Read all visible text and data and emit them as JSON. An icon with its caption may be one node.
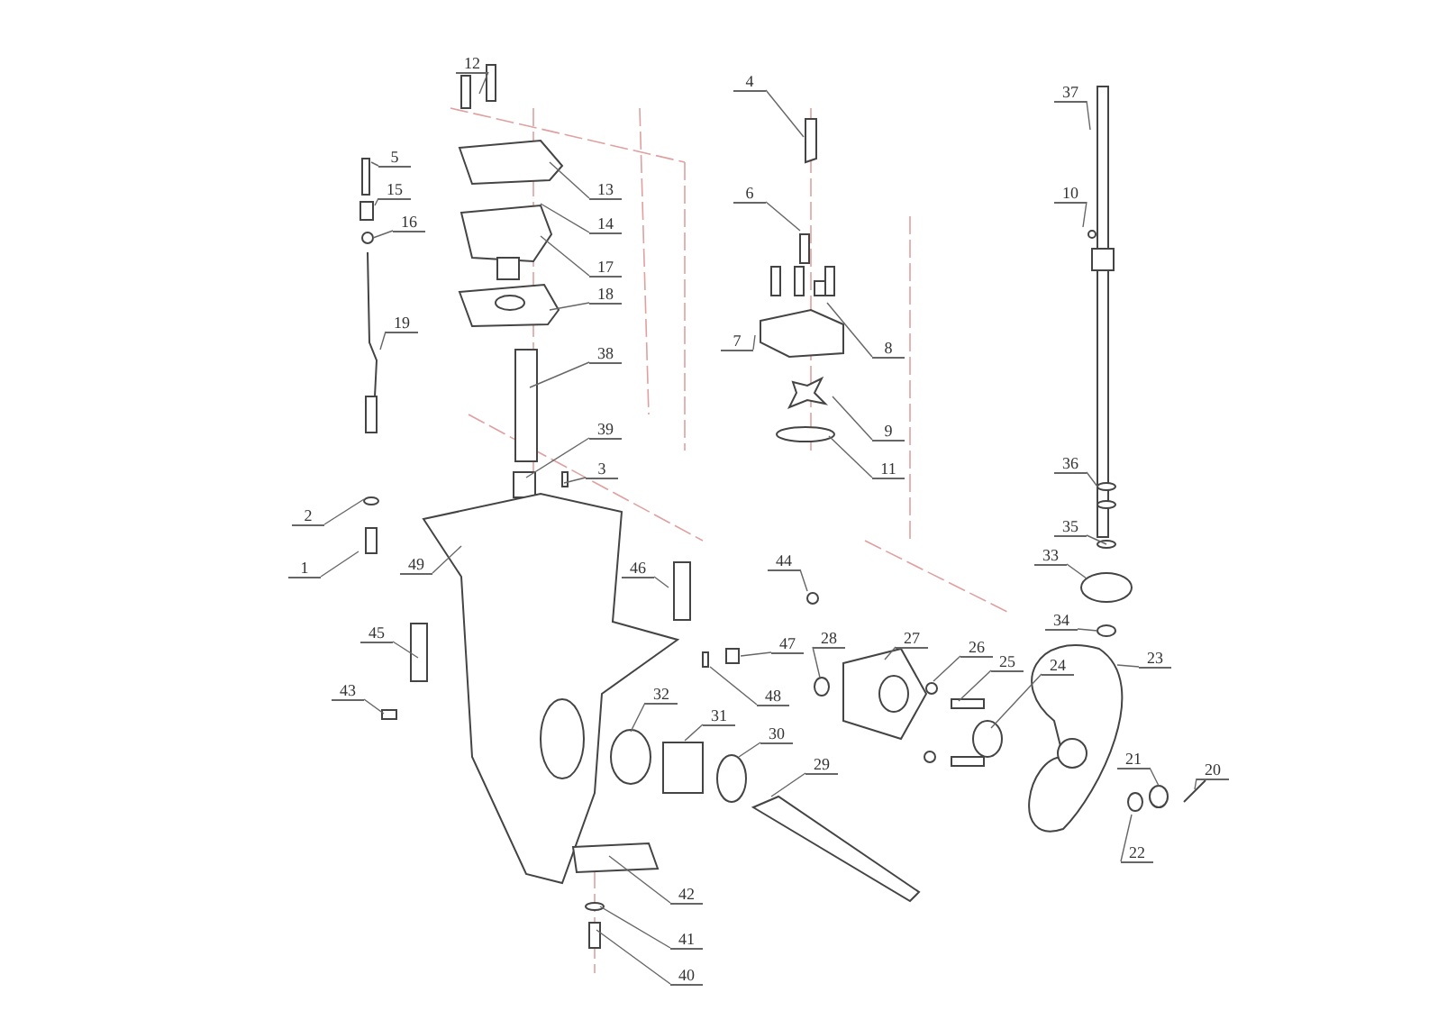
{
  "diagram": {
    "nodes": [
      {
        "text": [
          "12"
        ]
      },
      {
        "text": [
          "5"
        ]
      },
      {
        "text": [
          "4"
        ]
      },
      {
        "text": [
          "37"
        ]
      },
      {
        "text": [
          "15"
        ]
      },
      {
        "text": [
          "13"
        ]
      },
      {
        "text": [
          "16"
        ]
      },
      {
        "text": [
          "6"
        ]
      },
      {
        "text": [
          "14"
        ]
      },
      {
        "text": [
          "10"
        ]
      },
      {
        "text": [
          "17"
        ]
      },
      {
        "text": [
          "18"
        ]
      },
      {
        "text": [
          "19"
        ]
      },
      {
        "text": [
          "7"
        ]
      },
      {
        "text": [
          "8"
        ]
      },
      {
        "text": [
          "38"
        ]
      },
      {
        "text": [
          "9"
        ]
      },
      {
        "text": [
          "39"
        ]
      },
      {
        "text": [
          "11"
        ]
      },
      {
        "text": [
          "36"
        ]
      },
      {
        "text": [
          "3"
        ]
      },
      {
        "text": [
          "2"
        ]
      },
      {
        "text": [
          "35"
        ]
      },
      {
        "text": [
          "1"
        ]
      },
      {
        "text": [
          "49"
        ]
      },
      {
        "text": [
          "44"
        ]
      },
      {
        "text": [
          "46"
        ]
      },
      {
        "text": [
          "33"
        ]
      },
      {
        "text": [
          "34"
        ]
      },
      {
        "text": [
          "45"
        ]
      },
      {
        "text": [
          "47"
        ]
      },
      {
        "text": [
          "28"
        ]
      },
      {
        "text": [
          "27"
        ]
      },
      {
        "text": [
          "26"
        ]
      },
      {
        "text": [
          "25"
        ]
      },
      {
        "text": [
          "24"
        ]
      },
      {
        "text": [
          "23"
        ]
      },
      {
        "text": [
          "43"
        ]
      },
      {
        "text": [
          "48"
        ]
      },
      {
        "text": [
          "32"
        ]
      },
      {
        "text": [
          "31"
        ]
      },
      {
        "text": [
          "30"
        ]
      },
      {
        "text": [
          "21"
        ]
      },
      {
        "text": [
          "29"
        ]
      },
      {
        "text": [
          "20"
        ]
      },
      {
        "text": [
          "22"
        ]
      },
      {
        "text": [
          "42"
        ]
      },
      {
        "text": [
          "41"
        ]
      },
      {
        "text": [
          "40"
        ]
      }
    ],
    "edges": [
      {
        "from": 0,
        "to": null,
        "arrow": "none"
      },
      {
        "from": 1,
        "to": null,
        "arrow": "none"
      },
      {
        "from": 2,
        "to": null,
        "arrow": "none"
      },
      {
        "from": 3,
        "to": null,
        "arrow": "none"
      },
      {
        "from": 4,
        "to": null,
        "arrow": "none"
      },
      {
        "from": 5,
        "to": null,
        "arrow": "none"
      },
      {
        "from": 6,
        "to": null,
        "arrow": "none"
      },
      {
        "from": 7,
        "to": null,
        "arrow": "none"
      },
      {
        "from": 8,
        "to": null,
        "arrow": "none"
      },
      {
        "from": 9,
        "to": null,
        "arrow": "none"
      },
      {
        "from": 10,
        "to": null,
        "arrow": "none"
      },
      {
        "from": 11,
        "to": null,
        "arrow": "none"
      },
      {
        "from": 12,
        "to": null,
        "arrow": "none"
      },
      {
        "from": 13,
        "to": null,
        "arrow": "none"
      },
      {
        "from": 14,
        "to": null,
        "arrow": "none"
      },
      {
        "from": 15,
        "to": null,
        "arrow": "none"
      },
      {
        "from": 16,
        "to": null,
        "arrow": "none"
      },
      {
        "from": 17,
        "to": null,
        "arrow": "none"
      },
      {
        "from": 18,
        "to": null,
        "arrow": "none"
      },
      {
        "from": 19,
        "to": null,
        "arrow": "none"
      },
      {
        "from": 20,
        "to": null,
        "arrow": "none"
      },
      {
        "from": 21,
        "to": null,
        "arrow": "none"
      },
      {
        "from": 22,
        "to": null,
        "arrow": "none"
      },
      {
        "from": 23,
        "to": null,
        "arrow": "none"
      },
      {
        "from": 24,
        "to": null,
        "arrow": "none"
      },
      {
        "from": 25,
        "to": null,
        "arrow": "none"
      },
      {
        "from": 26,
        "to": null,
        "arrow": "none"
      },
      {
        "from": 27,
        "to": null,
        "arrow": "none"
      },
      {
        "from": 28,
        "to": null,
        "arrow": "none"
      },
      {
        "from": 29,
        "to": null,
        "arrow": "none"
      },
      {
        "from": 30,
        "to": null,
        "arrow": "none"
      },
      {
        "from": 31,
        "to": null,
        "arrow": "none"
      },
      {
        "from": 32,
        "to": null,
        "arrow": "none"
      },
      {
        "from": 33,
        "to": null,
        "arrow": "none"
      },
      {
        "from": 34,
        "to": null,
        "arrow": "none"
      },
      {
        "from": 35,
        "to": null,
        "arrow": "none"
      },
      {
        "from": 36,
        "to": null,
        "arrow": "none"
      },
      {
        "from": 37,
        "to": null,
        "arrow": "none"
      },
      {
        "from": 38,
        "to": null,
        "arrow": "none"
      },
      {
        "from": 39,
        "to": null,
        "arrow": "none"
      },
      {
        "from": 40,
        "to": null,
        "arrow": "none"
      },
      {
        "from": 41,
        "to": null,
        "arrow": "none"
      },
      {
        "from": 42,
        "to": null,
        "arrow": "none"
      },
      {
        "from": 43,
        "to": null,
        "arrow": "none"
      },
      {
        "from": 44,
        "to": null,
        "arrow": "none"
      },
      {
        "from": 45,
        "to": null,
        "arrow": "none"
      },
      {
        "from": 46,
        "to": null,
        "arrow": "none"
      },
      {
        "from": 47,
        "to": null,
        "arrow": "none"
      },
      {
        "from": 48,
        "to": null,
        "arrow": "none"
      }
    ]
  }
}
